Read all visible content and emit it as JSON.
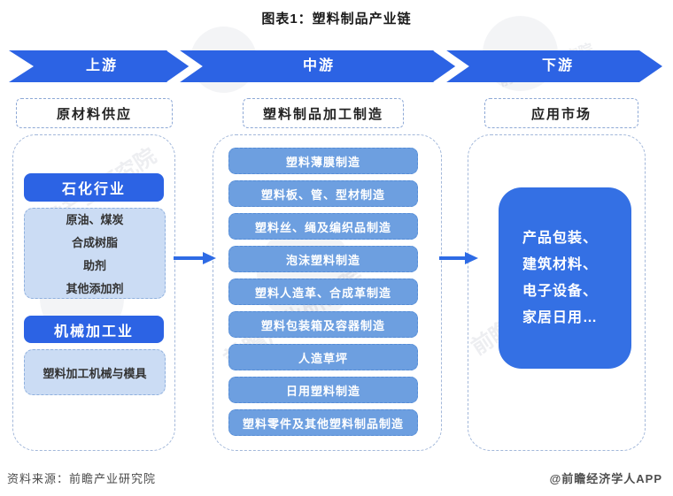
{
  "title": "图表1：塑料制品产业链",
  "banner": {
    "segments": [
      {
        "label": "上游"
      },
      {
        "label": "中游"
      },
      {
        "label": "下游"
      }
    ],
    "color": "#2c63e4"
  },
  "columns": {
    "upstream": {
      "header": "原材料供应",
      "groups": [
        {
          "title": "石化行业",
          "items": [
            "原油、煤炭",
            "合成树脂",
            "助剂",
            "其他添加剂"
          ]
        },
        {
          "title": "机械加工业",
          "items": [
            "塑料加工机械与模具"
          ]
        }
      ]
    },
    "midstream": {
      "header": "塑料制品加工制造",
      "items": [
        "塑料薄膜制造",
        "塑料板、管、型材制造",
        "塑料丝、绳及编织品制造",
        "泡沫塑料制造",
        "塑料人造革、合成革制造",
        "塑料包装箱及容器制造",
        "人造草坪",
        "日用塑料制造",
        "塑料零件及其他塑料制品制造"
      ]
    },
    "downstream": {
      "header": "应用市场",
      "applications": [
        "产品包装、",
        "建筑材料、",
        "电子设备、",
        "家居日用…"
      ]
    }
  },
  "footer": {
    "source": "资料来源：前瞻产业研究院",
    "credit": "@前瞻经济学人APP"
  },
  "watermark": {
    "text": "前瞻产业研究院"
  },
  "colors": {
    "banner_blue": "#2c63e4",
    "pill_blue": "#2c63e4",
    "row_blue": "#6d9fe0",
    "light_blue_fill": "#cbdcf4",
    "app_box_blue": "#3470e4",
    "dashed_border": "#a3b8da",
    "arrow_blue": "#2e6be5"
  }
}
